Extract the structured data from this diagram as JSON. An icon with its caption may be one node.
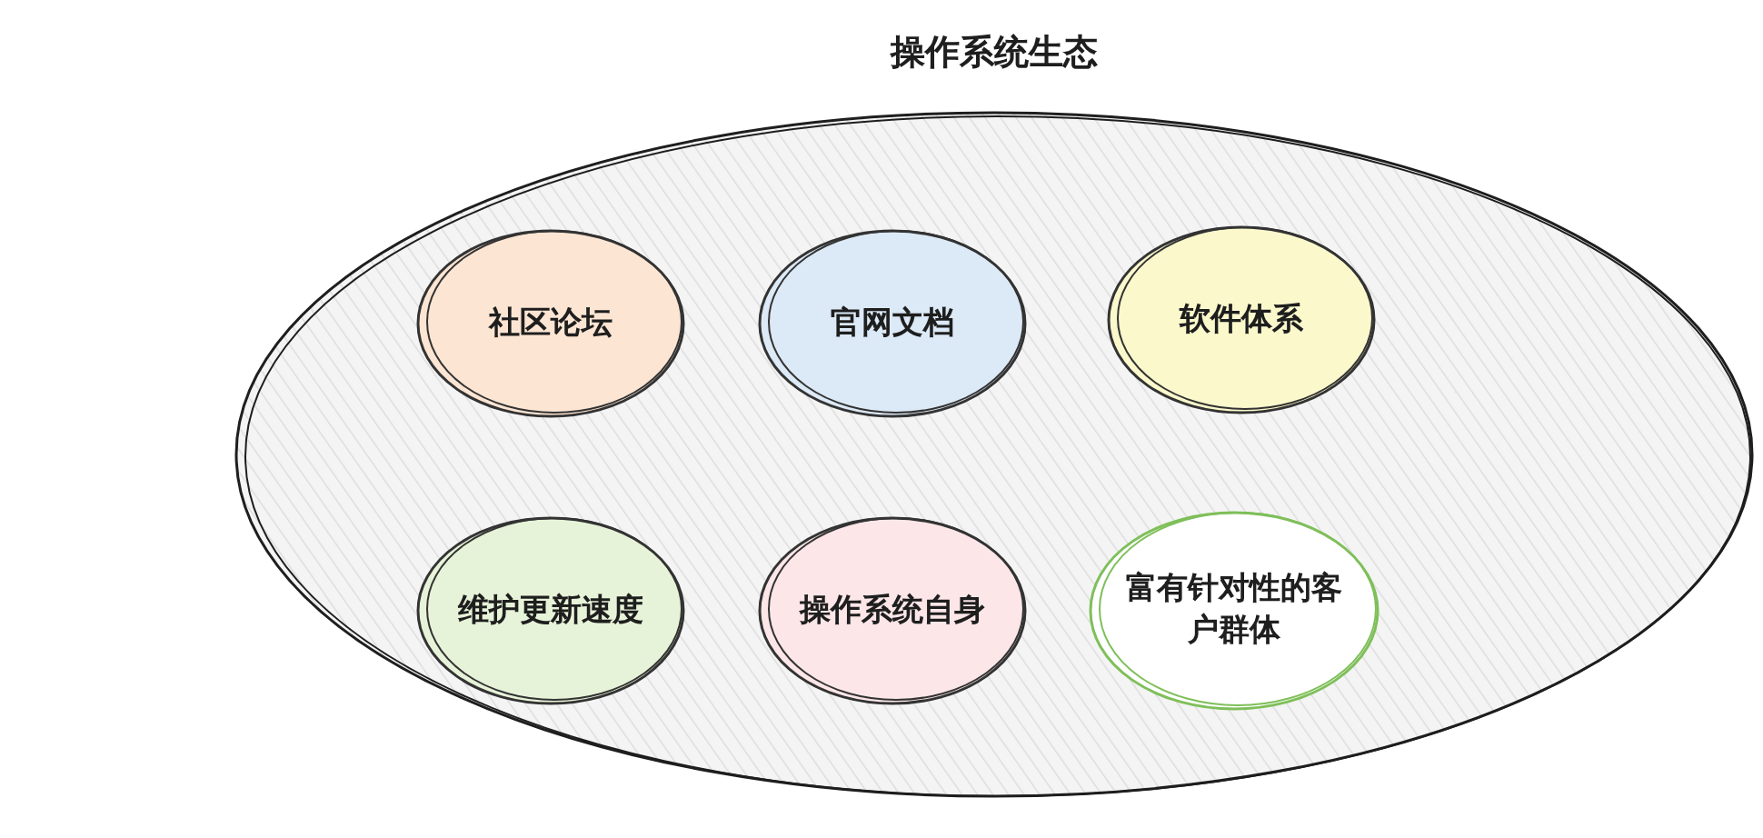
{
  "diagram": {
    "nodes": [
      {
        "text": [
          "操作系统生态"
        ]
      },
      {
        "text": [
          "社区论坛"
        ],
        "in": 0
      },
      {
        "text": [
          "官网文档"
        ],
        "in": 0
      },
      {
        "text": [
          "软件体系"
        ],
        "in": 0
      },
      {
        "text": [
          "维护更新速度"
        ],
        "in": 0
      },
      {
        "text": [
          "操作系统自身"
        ],
        "in": 0
      },
      {
        "text": [
          "富有针对性的客户群体"
        ],
        "in": 0
      }
    ]
  }
}
